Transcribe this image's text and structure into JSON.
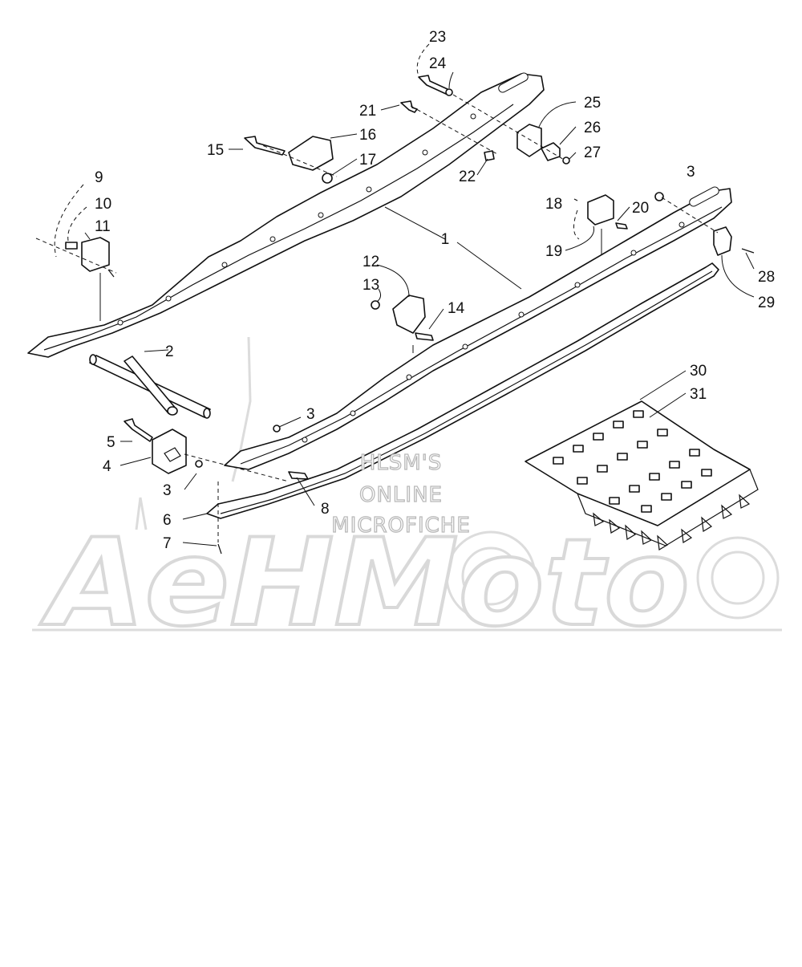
{
  "diagram": {
    "callouts": {
      "c1": "1",
      "c2": "2",
      "c3a": "3",
      "c3b": "3",
      "c3c": "3",
      "c4": "4",
      "c5": "5",
      "c6": "6",
      "c7": "7",
      "c8": "8",
      "c9": "9",
      "c10": "10",
      "c11": "11",
      "c12": "12",
      "c13": "13",
      "c14": "14",
      "c15": "15",
      "c16": "16",
      "c17": "17",
      "c18": "18",
      "c19": "19",
      "c20": "20",
      "c21": "21",
      "c22": "22",
      "c23": "23",
      "c24": "24",
      "c25": "25",
      "c26": "26",
      "c27": "27",
      "c28": "28",
      "c29": "29",
      "c30": "30",
      "c31": "31"
    }
  },
  "watermark": {
    "line1": "HLSM'S",
    "line2": "ONLINE",
    "line3": "MICROFICHE",
    "logo": "AeHMoto"
  },
  "colors": {
    "ink": "#111111",
    "watermark": "#d9d9d9",
    "background": "#ffffff"
  }
}
